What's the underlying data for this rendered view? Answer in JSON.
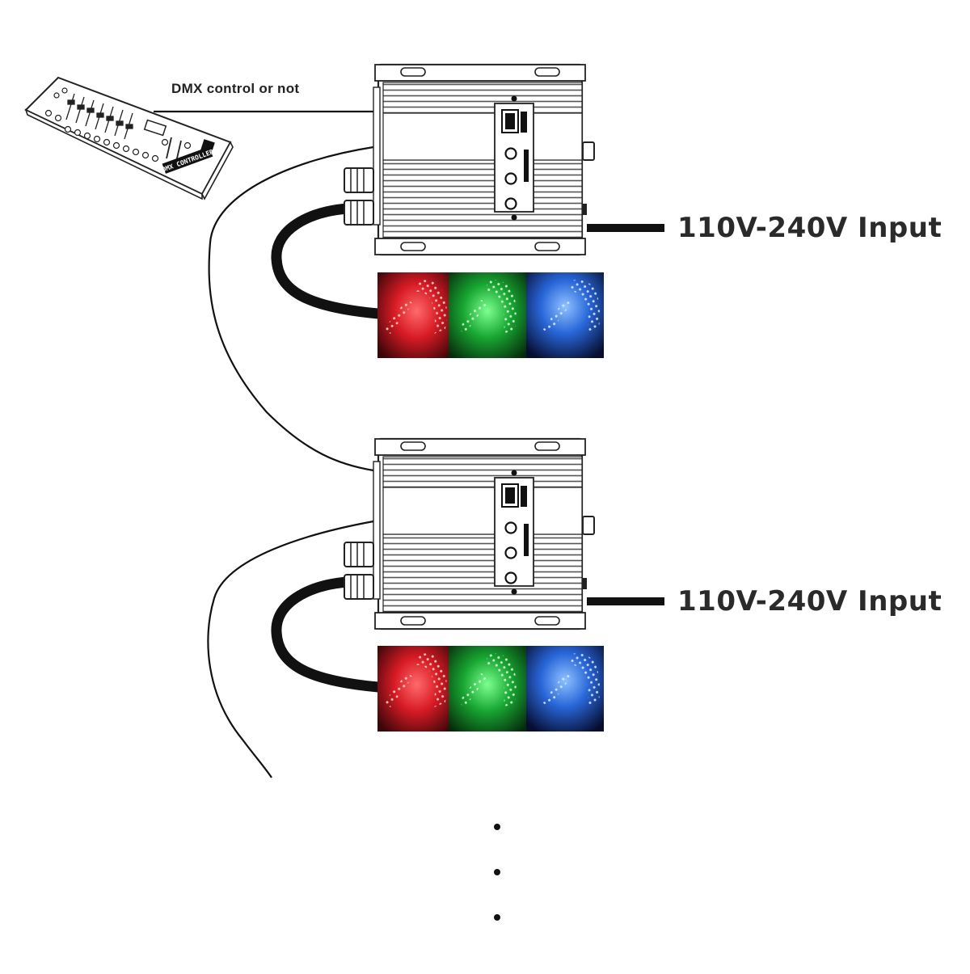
{
  "dmx_label": "DMX control or not",
  "power_input_labels": [
    "110V-240V Input",
    "110V-240V Input"
  ],
  "console_brand_text": "DMX CONTROLLER",
  "strip_colors": [
    "#e8202a",
    "#1fb43a",
    "#2b6fe0"
  ],
  "continuation_marker": "..."
}
